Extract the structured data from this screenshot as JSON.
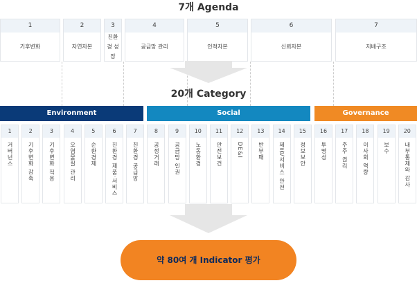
{
  "agenda_title": "7개 Agenda",
  "agenda": [
    {
      "num": "1",
      "label": "기후변화"
    },
    {
      "num": "2",
      "label": "자연자본"
    },
    {
      "num": "3",
      "label": "친환경 성장"
    },
    {
      "num": "4",
      "label": "공급망 관리"
    },
    {
      "num": "5",
      "label": "인적자본"
    },
    {
      "num": "6",
      "label": "신뢰자본"
    },
    {
      "num": "7",
      "label": "지배구조"
    }
  ],
  "category_title": "20개 Category",
  "groups": [
    {
      "label": "Environment",
      "color": "#0a3a78"
    },
    {
      "label": "Social",
      "color": "#1388c0"
    },
    {
      "label": "Governance",
      "color": "#f08a24"
    }
  ],
  "categories": [
    {
      "num": "1",
      "label": "거버넌스"
    },
    {
      "num": "2",
      "label": "기후변화 감축"
    },
    {
      "num": "3",
      "label": "기후변화 적응"
    },
    {
      "num": "4",
      "label": "오염물질 관리"
    },
    {
      "num": "5",
      "label": "순환경제"
    },
    {
      "num": "6",
      "label": "친환경 제품·서비스"
    },
    {
      "num": "7",
      "label": "친환경 공급망"
    },
    {
      "num": "8",
      "label": "공정거래"
    },
    {
      "num": "9",
      "label": "공급망 인권"
    },
    {
      "num": "10",
      "label": "노동환경"
    },
    {
      "num": "11",
      "label": "안전보건"
    },
    {
      "num": "12",
      "label": "DE&I"
    },
    {
      "num": "13",
      "label": "반부패"
    },
    {
      "num": "14",
      "label": "제품/서비스 안전"
    },
    {
      "num": "15",
      "label": "정보보안"
    },
    {
      "num": "16",
      "label": "투명성"
    },
    {
      "num": "17",
      "label": "주주 권리"
    },
    {
      "num": "18",
      "label": "이사회 역량"
    },
    {
      "num": "19",
      "label": "보수"
    },
    {
      "num": "20",
      "label": "내부통제와 감사"
    }
  ],
  "result_label": "약 80여 개 Indicator 평가"
}
